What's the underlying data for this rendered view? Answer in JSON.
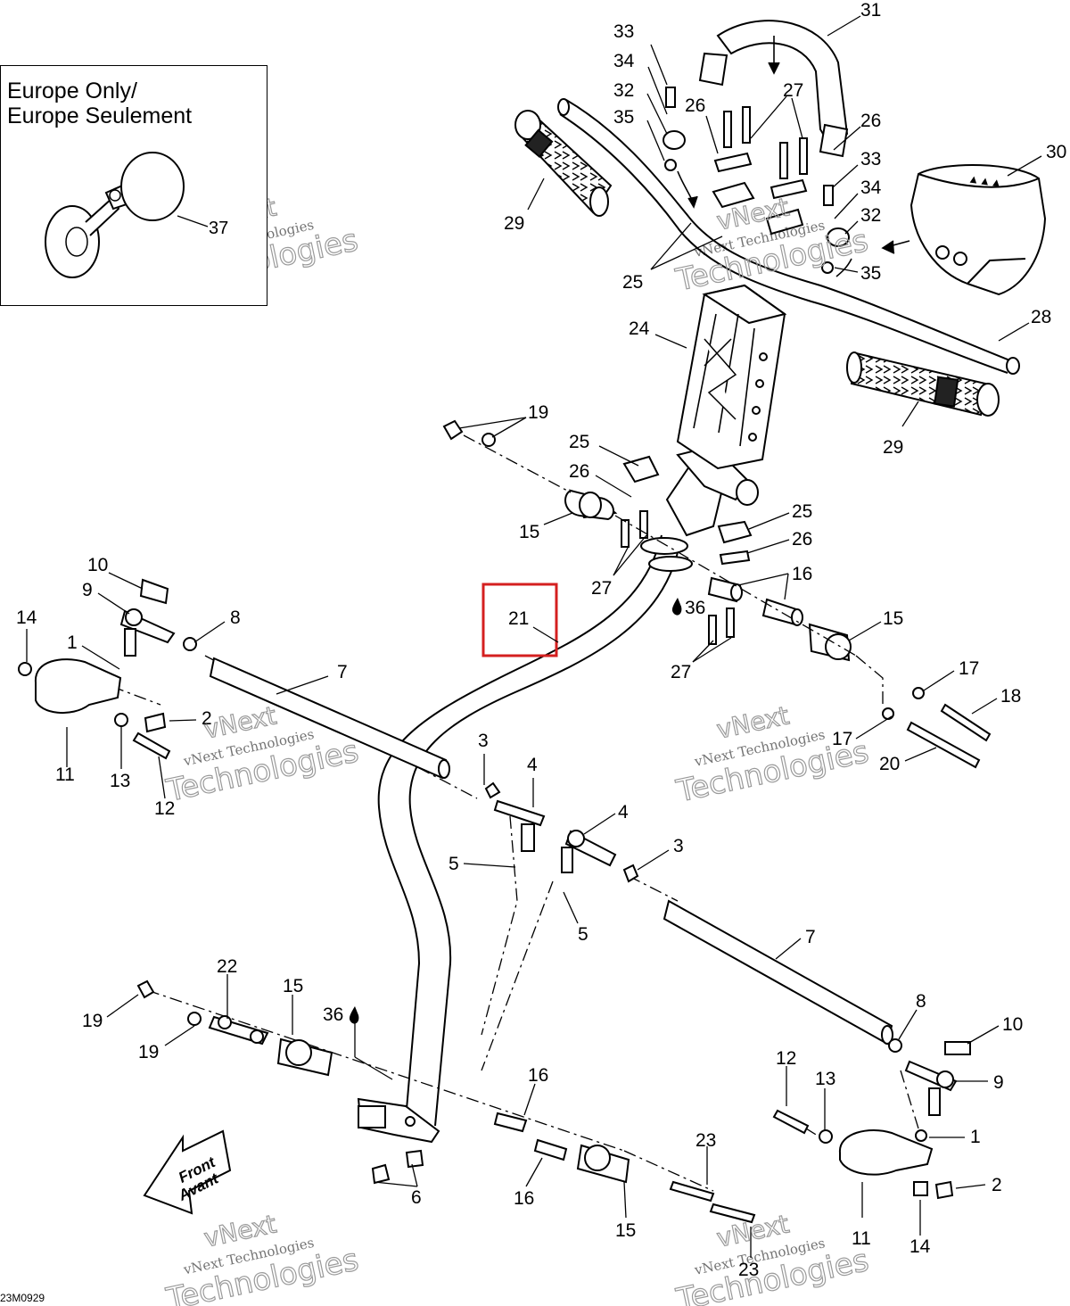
{
  "inset": {
    "title_line1": "Europe Only/",
    "title_line2": "Europe Seulement",
    "callout": "37"
  },
  "watermark": {
    "small": "vNext Technologies",
    "big_top": "vNext",
    "big_bottom": "Technologies"
  },
  "front_arrow": {
    "line1": "Front",
    "line2": "Avant"
  },
  "drawing_code": "23M0929",
  "highlight": {
    "label": "21",
    "color": "#d42020"
  },
  "callouts": [
    {
      "id": "c33a",
      "text": "33"
    },
    {
      "id": "c34a",
      "text": "34"
    },
    {
      "id": "c32a",
      "text": "32"
    },
    {
      "id": "c35a",
      "text": "35"
    },
    {
      "id": "c31",
      "text": "31"
    },
    {
      "id": "c27a",
      "text": "27"
    },
    {
      "id": "c26a",
      "text": "26"
    },
    {
      "id": "c26b",
      "text": "26"
    },
    {
      "id": "c33b",
      "text": "33"
    },
    {
      "id": "c34b",
      "text": "34"
    },
    {
      "id": "c32b",
      "text": "32"
    },
    {
      "id": "c35b",
      "text": "35"
    },
    {
      "id": "c30",
      "text": "30"
    },
    {
      "id": "c29a",
      "text": "29"
    },
    {
      "id": "c25a",
      "text": "25"
    },
    {
      "id": "c28",
      "text": "28"
    },
    {
      "id": "c24",
      "text": "24"
    },
    {
      "id": "c29b",
      "text": "29"
    },
    {
      "id": "c19a",
      "text": "19"
    },
    {
      "id": "c25b",
      "text": "25"
    },
    {
      "id": "c26c",
      "text": "26"
    },
    {
      "id": "c15a",
      "text": "15"
    },
    {
      "id": "c25c",
      "text": "25"
    },
    {
      "id": "c26d",
      "text": "26"
    },
    {
      "id": "c27b",
      "text": "27"
    },
    {
      "id": "c16a",
      "text": "16"
    },
    {
      "id": "c36a",
      "text": "36"
    },
    {
      "id": "c15b",
      "text": "15"
    },
    {
      "id": "c27c",
      "text": "27"
    },
    {
      "id": "c17a",
      "text": "17"
    },
    {
      "id": "c18",
      "text": "18"
    },
    {
      "id": "c17b",
      "text": "17"
    },
    {
      "id": "c20",
      "text": "20"
    },
    {
      "id": "c10a",
      "text": "10"
    },
    {
      "id": "c9a",
      "text": "9"
    },
    {
      "id": "c8a",
      "text": "8"
    },
    {
      "id": "c14a",
      "text": "14"
    },
    {
      "id": "c1a",
      "text": "1"
    },
    {
      "id": "c7a",
      "text": "7"
    },
    {
      "id": "c2a",
      "text": "2"
    },
    {
      "id": "c11a",
      "text": "11"
    },
    {
      "id": "c13a",
      "text": "13"
    },
    {
      "id": "c12a",
      "text": "12"
    },
    {
      "id": "c3a",
      "text": "3"
    },
    {
      "id": "c4a",
      "text": "4"
    },
    {
      "id": "c5a",
      "text": "5"
    },
    {
      "id": "c4b",
      "text": "4"
    },
    {
      "id": "c3b",
      "text": "3"
    },
    {
      "id": "c5b",
      "text": "5"
    },
    {
      "id": "c7b",
      "text": "7"
    },
    {
      "id": "c22",
      "text": "22"
    },
    {
      "id": "c15c",
      "text": "15"
    },
    {
      "id": "c36b",
      "text": "36"
    },
    {
      "id": "c19b",
      "text": "19"
    },
    {
      "id": "c19c",
      "text": "19"
    },
    {
      "id": "c8b",
      "text": "8"
    },
    {
      "id": "c10b",
      "text": "10"
    },
    {
      "id": "c16b",
      "text": "16"
    },
    {
      "id": "c12b",
      "text": "12"
    },
    {
      "id": "c13b",
      "text": "13"
    },
    {
      "id": "c9b",
      "text": "9"
    },
    {
      "id": "c1b",
      "text": "1"
    },
    {
      "id": "c2b",
      "text": "2"
    },
    {
      "id": "c6",
      "text": "6"
    },
    {
      "id": "c16c",
      "text": "16"
    },
    {
      "id": "c23a",
      "text": "23"
    },
    {
      "id": "c15d",
      "text": "15"
    },
    {
      "id": "c11b",
      "text": "11"
    },
    {
      "id": "c14b",
      "text": "14"
    },
    {
      "id": "c23b",
      "text": "23"
    }
  ]
}
